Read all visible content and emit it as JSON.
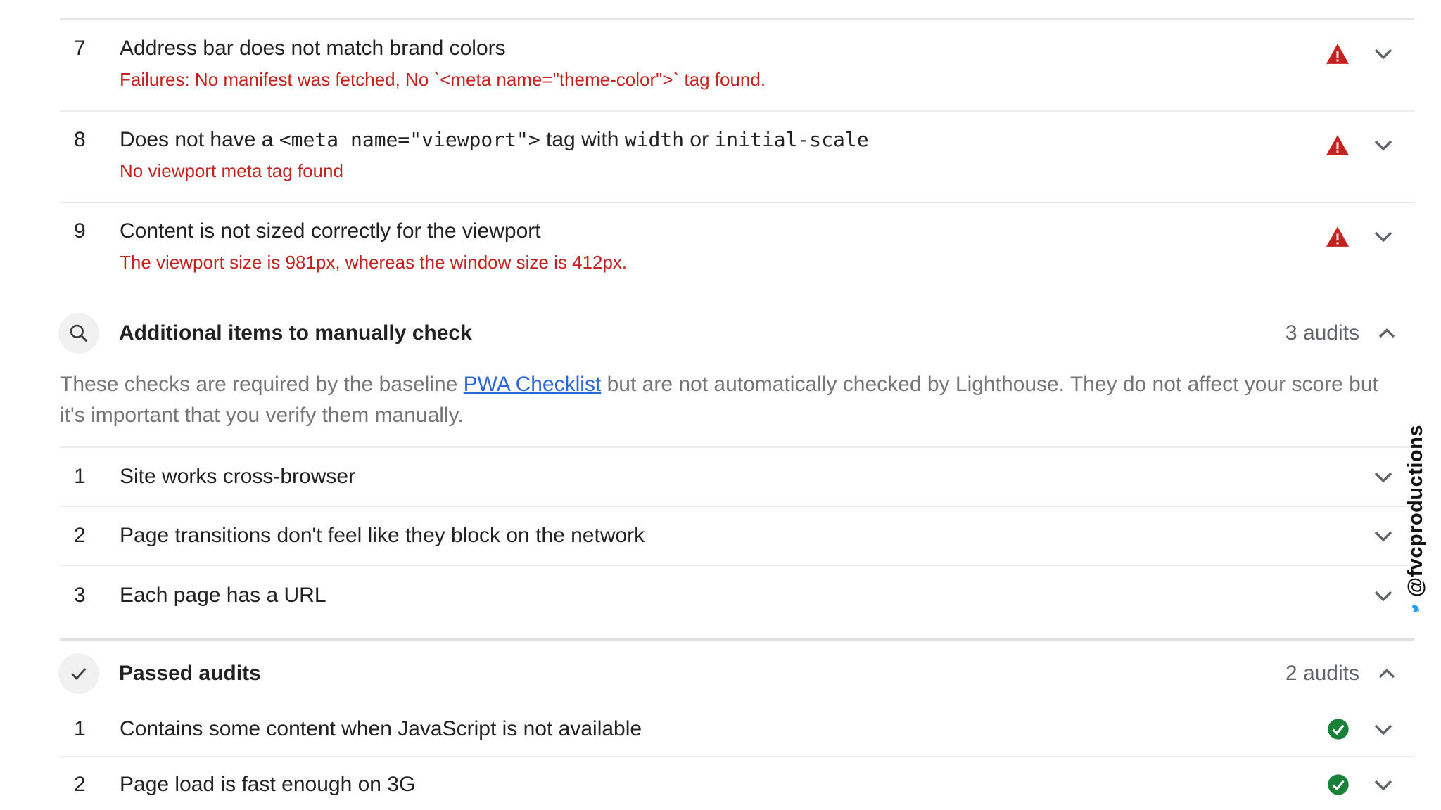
{
  "failed_audits": [
    {
      "number": "7",
      "title": "Address bar does not match brand colors",
      "failure": "Failures: No manifest was fetched, No `<meta name=\"theme-color\">` tag found."
    },
    {
      "number": "8",
      "title_parts": [
        {
          "text": "Does not have a "
        },
        {
          "code": "<meta name=\"viewport\">"
        },
        {
          "text": " tag with "
        },
        {
          "code": "width"
        },
        {
          "text": " or "
        },
        {
          "code": "initial-scale"
        }
      ],
      "failure": "No viewport meta tag found"
    },
    {
      "number": "9",
      "title": "Content is not sized correctly for the viewport",
      "failure": "The viewport size is 981px, whereas the window size is 412px."
    }
  ],
  "manual_section": {
    "title": "Additional items to manually check",
    "count": "3 audits",
    "description_before_link": "These checks are required by the baseline ",
    "link_text": "PWA Checklist",
    "description_after_link": " but are not automatically checked by Lighthouse. They do not affect your score but it's important that you verify them manually.",
    "items": [
      {
        "number": "1",
        "title": "Site works cross-browser"
      },
      {
        "number": "2",
        "title": "Page transitions don't feel like they block on the network"
      },
      {
        "number": "3",
        "title": "Each page has a URL"
      }
    ]
  },
  "passed_section": {
    "title": "Passed audits",
    "count": "2 audits",
    "items": [
      {
        "number": "1",
        "title": "Contains some content when JavaScript is not available"
      },
      {
        "number": "2",
        "title": "Page load is fast enough on 3G"
      }
    ]
  },
  "watermark": {
    "handle": "@fvcproductions",
    "icon": "twitter-bird-icon"
  },
  "colors": {
    "fail_red": "#c5221f",
    "pass_green": "#188038",
    "link_blue": "#2a66dd",
    "chevron_gray": "#5f6368",
    "body_text": "#212121",
    "muted_text": "#757575"
  }
}
